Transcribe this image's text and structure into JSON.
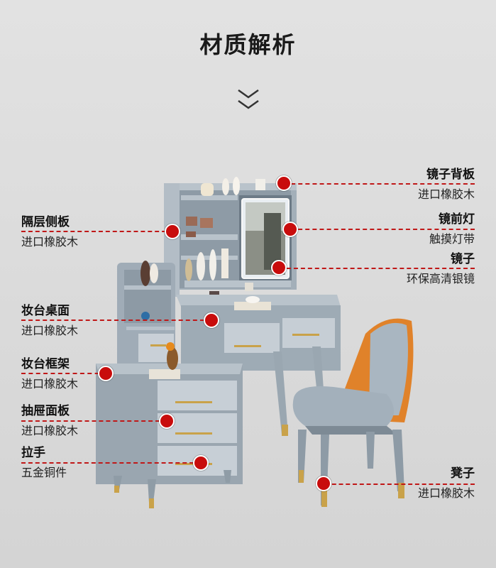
{
  "title": "材质解析",
  "icons": {
    "scroll_hint": "double-chevron-down-icon"
  },
  "colors": {
    "accent": "#c80c0c",
    "furniture": "#9aa7b1",
    "gold": "#c9a24a",
    "chair_orange": "#e0822a"
  },
  "callouts": {
    "mirror_back": {
      "name": "镜子背板",
      "material": "进口橡胶木"
    },
    "front_light": {
      "name": "镜前灯",
      "material": "触摸灯带"
    },
    "mirror": {
      "name": "镜子",
      "material": "环保高清银镜"
    },
    "side_panel": {
      "name": "隔层侧板",
      "material": "进口橡胶木"
    },
    "desktop": {
      "name": "妆台桌面",
      "material": "进口橡胶木"
    },
    "frame": {
      "name": "妆台框架",
      "material": "进口橡胶木"
    },
    "drawer_panel": {
      "name": "抽屉面板",
      "material": "进口橡胶木"
    },
    "handle": {
      "name": "拉手",
      "material": "五金铜件"
    },
    "stool": {
      "name": "凳子",
      "material": "进口橡胶木"
    }
  }
}
